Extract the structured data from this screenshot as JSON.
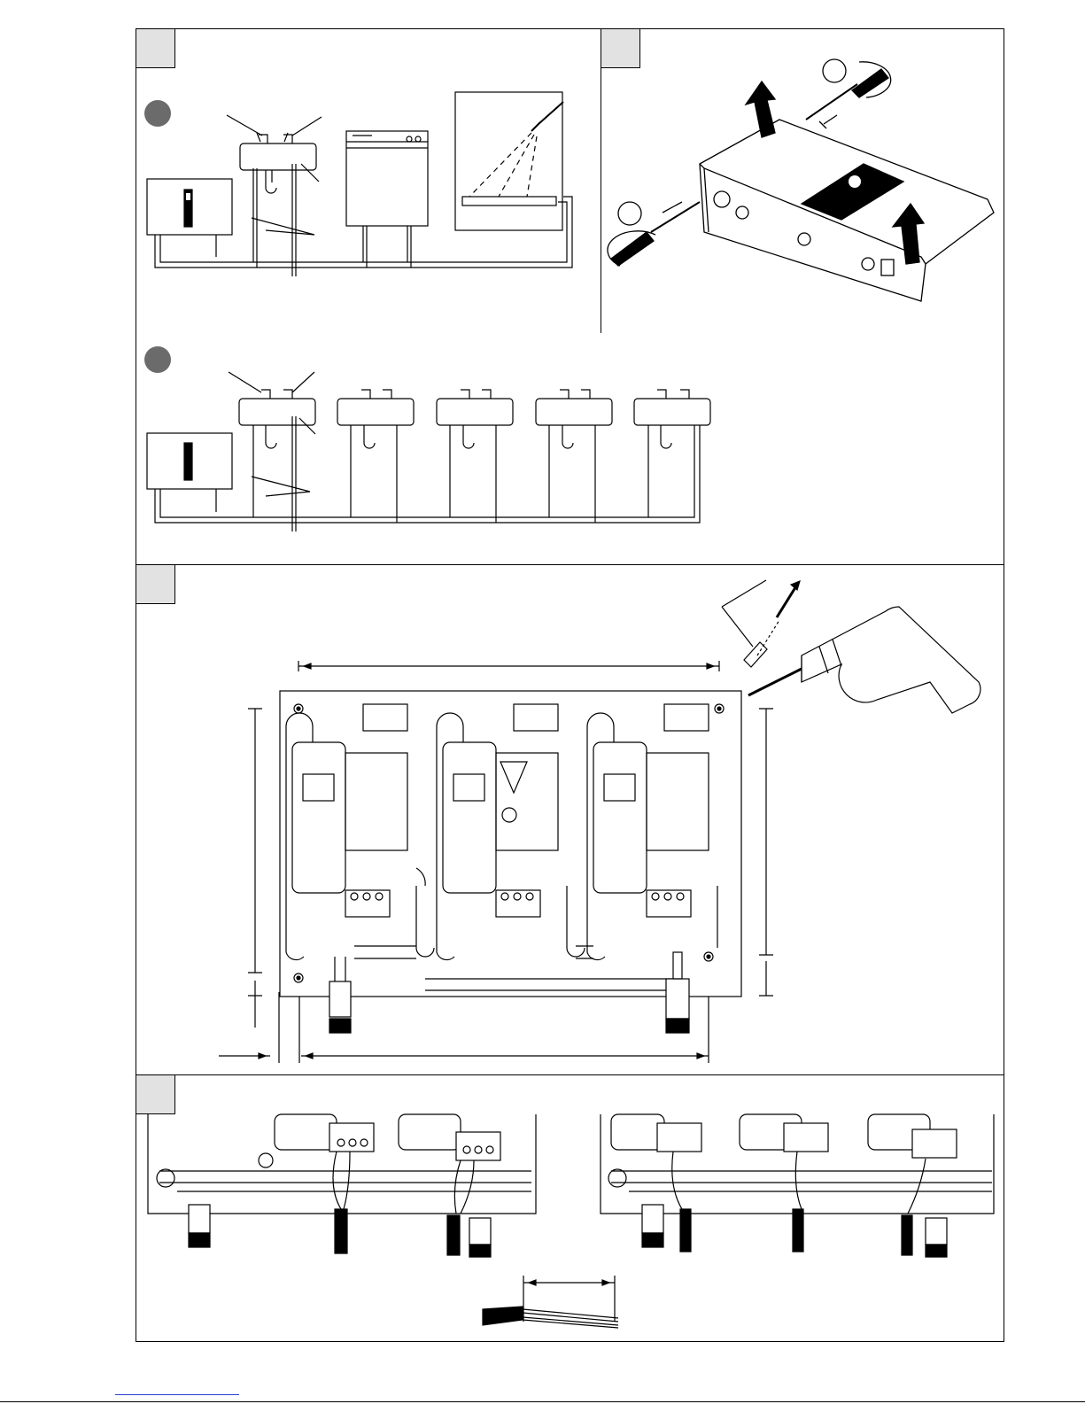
{
  "document": {
    "panels": [
      {
        "id": "upper-left",
        "tab": ""
      },
      {
        "id": "upper-right",
        "tab": ""
      },
      {
        "id": "middle",
        "tab": ""
      },
      {
        "id": "bottom",
        "tab": ""
      }
    ],
    "markers": [
      "",
      "",
      "",
      ""
    ],
    "icons": [
      "water-heater-icon",
      "sink-icon",
      "washing-machine-icon",
      "shower-icon",
      "screwdriver-icon",
      "drill-icon",
      "screw-anchor-icon",
      "cable-icon"
    ],
    "colors": {
      "line": "#000000",
      "tab": "#e2e2e2",
      "marker": "#6b6b6b",
      "link": "#2b3fcf"
    }
  }
}
